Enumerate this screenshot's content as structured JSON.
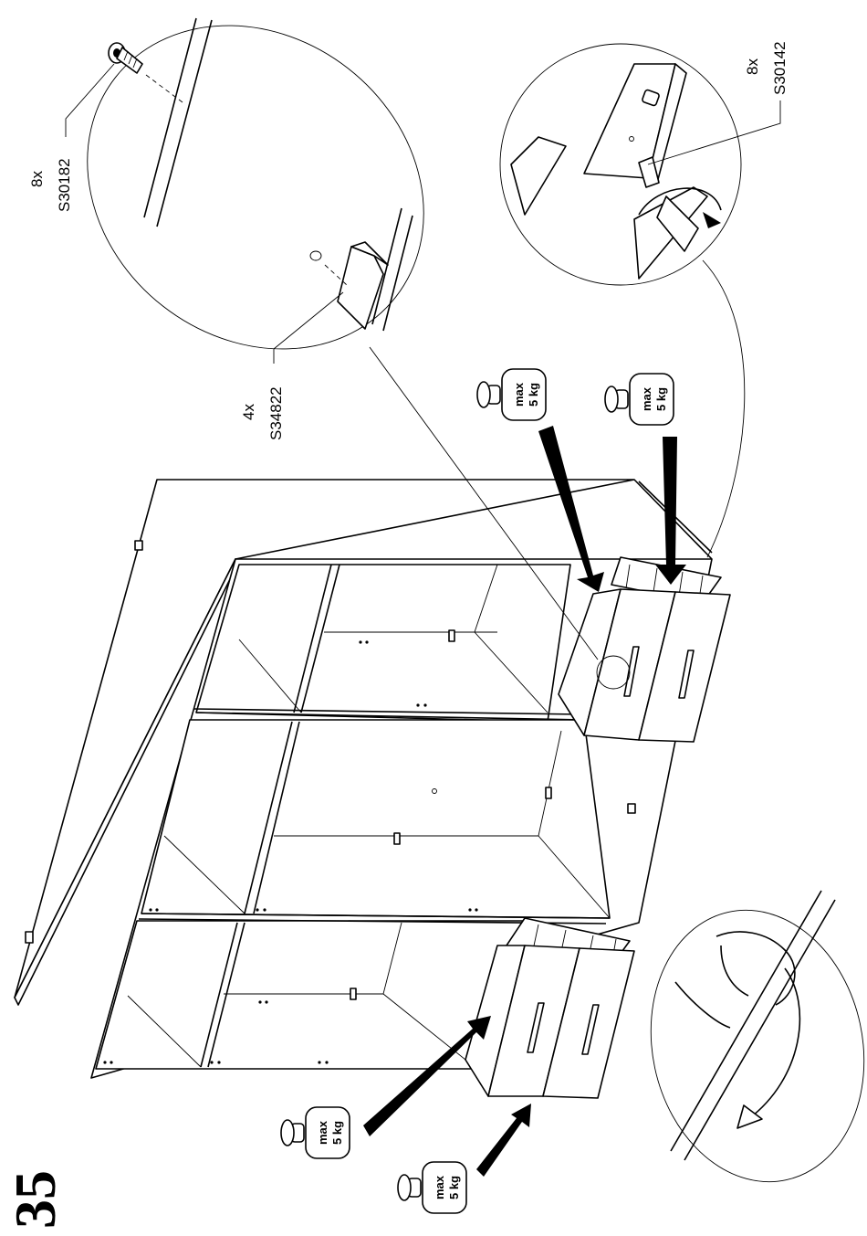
{
  "step": {
    "number": "35"
  },
  "callouts": {
    "screw_top": {
      "qty": "8x",
      "code": "S30182"
    },
    "bracket": {
      "qty": "4x",
      "code": "S34822"
    },
    "screw_rail": {
      "qty": "8x",
      "code": "S30142"
    }
  },
  "weight_limit": {
    "line1": "max",
    "line2": "5 kg"
  }
}
